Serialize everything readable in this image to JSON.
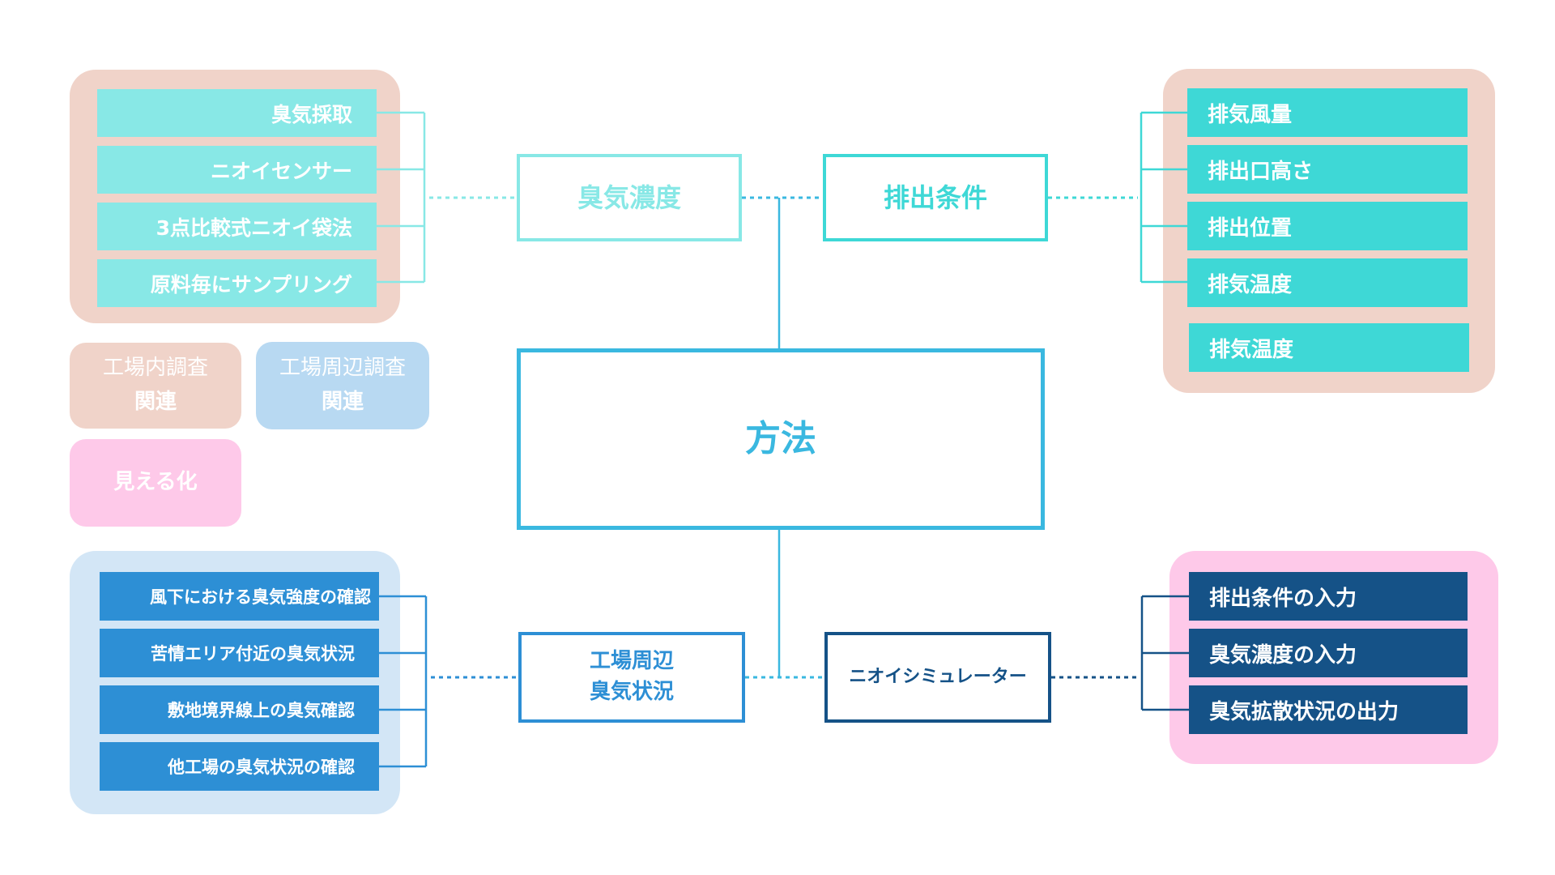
{
  "center": "方法",
  "nodes": {
    "odor_concentration": "臭気濃度",
    "emission_conditions": "排出条件",
    "factory_surroundings_line1": "工場周辺",
    "factory_surroundings_line2": "臭気状況",
    "odor_simulator": "ニオイシミュレーター"
  },
  "top_left_items": [
    "臭気採取",
    "ニオイセンサー",
    "3点比較式ニオイ袋法",
    "原料毎にサンプリング"
  ],
  "top_right_items": [
    "排気風量",
    "排出口高さ",
    "排出位置",
    "排気温度",
    "排気温度"
  ],
  "bottom_left_items": [
    "風下における臭気強度の確認",
    "苦情エリア付近の臭気状況",
    "敷地境界線上の臭気確認",
    "他工場の臭気状況の確認"
  ],
  "bottom_right_items": [
    "排出条件の入力",
    "臭気濃度の入力",
    "臭気拡散状況の出力"
  ],
  "legend": {
    "in_factory_line1": "工場内調査",
    "in_factory_line2": "関連",
    "surroundings_line1": "工場周辺調査",
    "surroundings_line2": "関連",
    "visualization": "見える化"
  },
  "colors": {
    "peach_bg": "#F0D3C9",
    "blue_bg": "#D3E6F6",
    "pink_bg": "#FEC9E9",
    "light_cyan": "#88E8E6",
    "cyan": "#3ED8D6",
    "mid_blue": "#2D8FD5",
    "navy": "#155287",
    "center_blue": "#3AB8E0"
  }
}
